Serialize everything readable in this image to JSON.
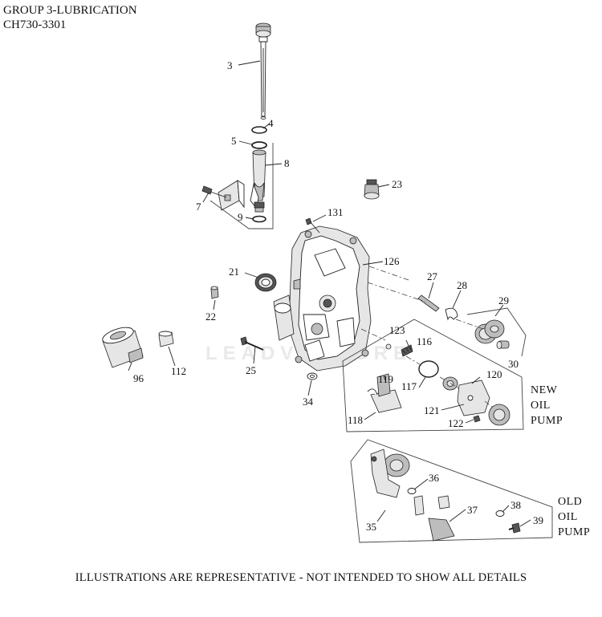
{
  "header": {
    "title": "GROUP 3-LUBRICATION",
    "model": "CH730-3301"
  },
  "watermark": "LEADVENTURE",
  "footer": "ILLUSTRATIONS ARE REPRESENTATIVE - NOT INTENDED TO SHOW ALL DETAILS",
  "sections": {
    "new_pump": [
      "NEW",
      "OIL",
      "PUMP"
    ],
    "old_pump": [
      "OLD",
      "OIL",
      "PUMP"
    ]
  },
  "callouts": [
    {
      "id": "c3",
      "label": "3"
    },
    {
      "id": "c4",
      "label": "4"
    },
    {
      "id": "c5",
      "label": "5"
    },
    {
      "id": "c8",
      "label": "8"
    },
    {
      "id": "c7",
      "label": "7"
    },
    {
      "id": "c9",
      "label": "9"
    },
    {
      "id": "c23",
      "label": "23"
    },
    {
      "id": "c131",
      "label": "131"
    },
    {
      "id": "c126",
      "label": "126"
    },
    {
      "id": "c21",
      "label": "21"
    },
    {
      "id": "c27",
      "label": "27"
    },
    {
      "id": "c28",
      "label": "28"
    },
    {
      "id": "c29",
      "label": "29"
    },
    {
      "id": "c22",
      "label": "22"
    },
    {
      "id": "c123",
      "label": "123"
    },
    {
      "id": "c116",
      "label": "116"
    },
    {
      "id": "c30",
      "label": "30"
    },
    {
      "id": "c96",
      "label": "96"
    },
    {
      "id": "c112",
      "label": "112"
    },
    {
      "id": "c25",
      "label": "25"
    },
    {
      "id": "c119",
      "label": "119"
    },
    {
      "id": "c117",
      "label": "117"
    },
    {
      "id": "c120",
      "label": "120"
    },
    {
      "id": "c34",
      "label": "34"
    },
    {
      "id": "c118",
      "label": "118"
    },
    {
      "id": "c121",
      "label": "121"
    },
    {
      "id": "c122",
      "label": "122"
    },
    {
      "id": "c36",
      "label": "36"
    },
    {
      "id": "c37",
      "label": "37"
    },
    {
      "id": "c38",
      "label": "38"
    },
    {
      "id": "c39",
      "label": "39"
    },
    {
      "id": "c35",
      "label": "35"
    }
  ]
}
